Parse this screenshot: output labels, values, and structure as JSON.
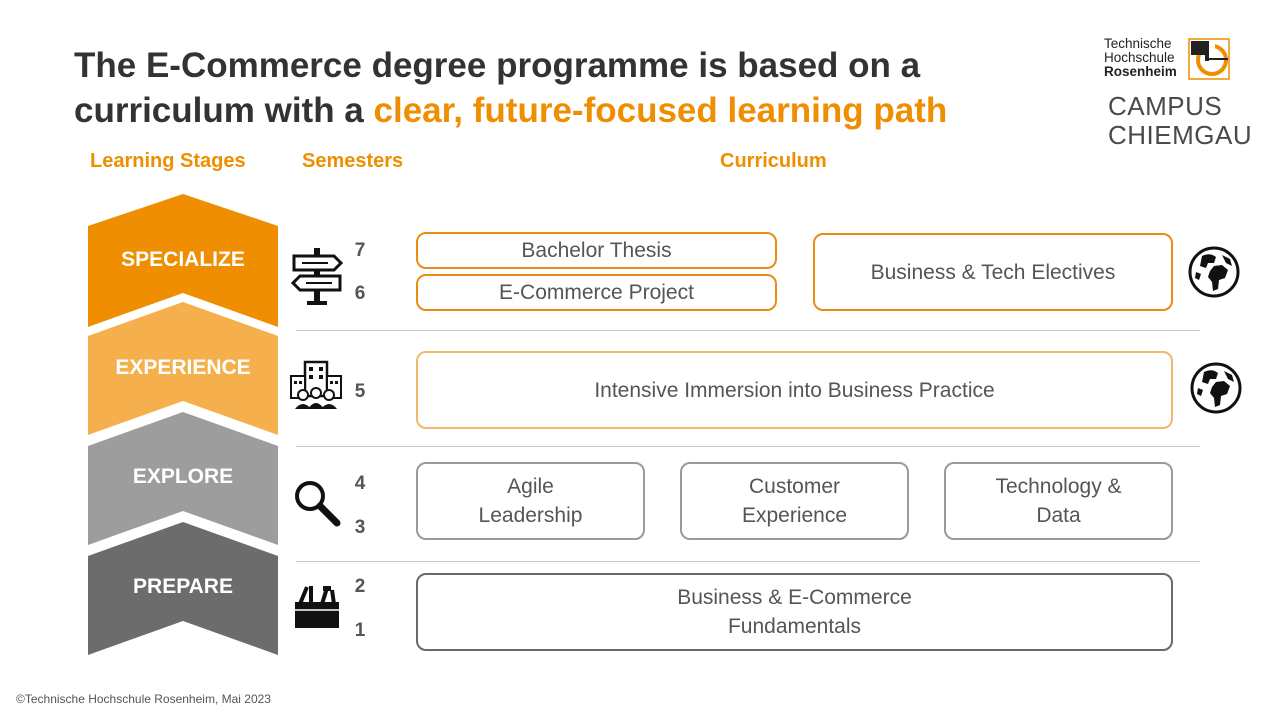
{
  "title": {
    "line1": "The E-Commerce degree programme is based on a",
    "line2_prefix": "curriculum with a ",
    "line2_highlight": "clear, future-focused learning path"
  },
  "logo": {
    "line1": "Technische",
    "line2": "Hochschule",
    "line3": "Rosenheim",
    "campus_line1": "CAMPUS",
    "campus_line2": "CHIEMGAU"
  },
  "headers": {
    "stages": "Learning Stages",
    "semesters": "Semesters",
    "curriculum": "Curriculum"
  },
  "stages": [
    {
      "label": "SPECIALIZE",
      "color": "#ee8e00"
    },
    {
      "label": "EXPERIENCE",
      "color": "#f5b04d"
    },
    {
      "label": "EXPLORE",
      "color": "#9d9d9d"
    },
    {
      "label": "PREPARE",
      "color": "#6c6c6c"
    }
  ],
  "stage_icons": [
    "signpost-icon",
    "business-people-icon",
    "magnifier-icon",
    "toolbox-icon"
  ],
  "semesters": [
    "7",
    "6",
    "5",
    "4",
    "3",
    "2",
    "1"
  ],
  "curriculum": {
    "bachelor_thesis": "Bachelor Thesis",
    "ecommerce_project": "E-Commerce Project",
    "electives": "Business & Tech Electives",
    "immersion": "Intensive Immersion into Business Practice",
    "agile_l1": "Agile",
    "agile_l2": "Leadership",
    "cx_l1": "Customer",
    "cx_l2": "Experience",
    "tech_l1": "Technology &",
    "tech_l2": "Data",
    "fund_l1": "Business & E-Commerce",
    "fund_l2": "Fundamentals"
  },
  "globe_icons": [
    "globe-icon",
    "globe-icon"
  ],
  "footer": "©Technische Hochschule Rosenheim, Mai 2023",
  "colors": {
    "accent": "#ee8e00",
    "text": "#333333"
  }
}
